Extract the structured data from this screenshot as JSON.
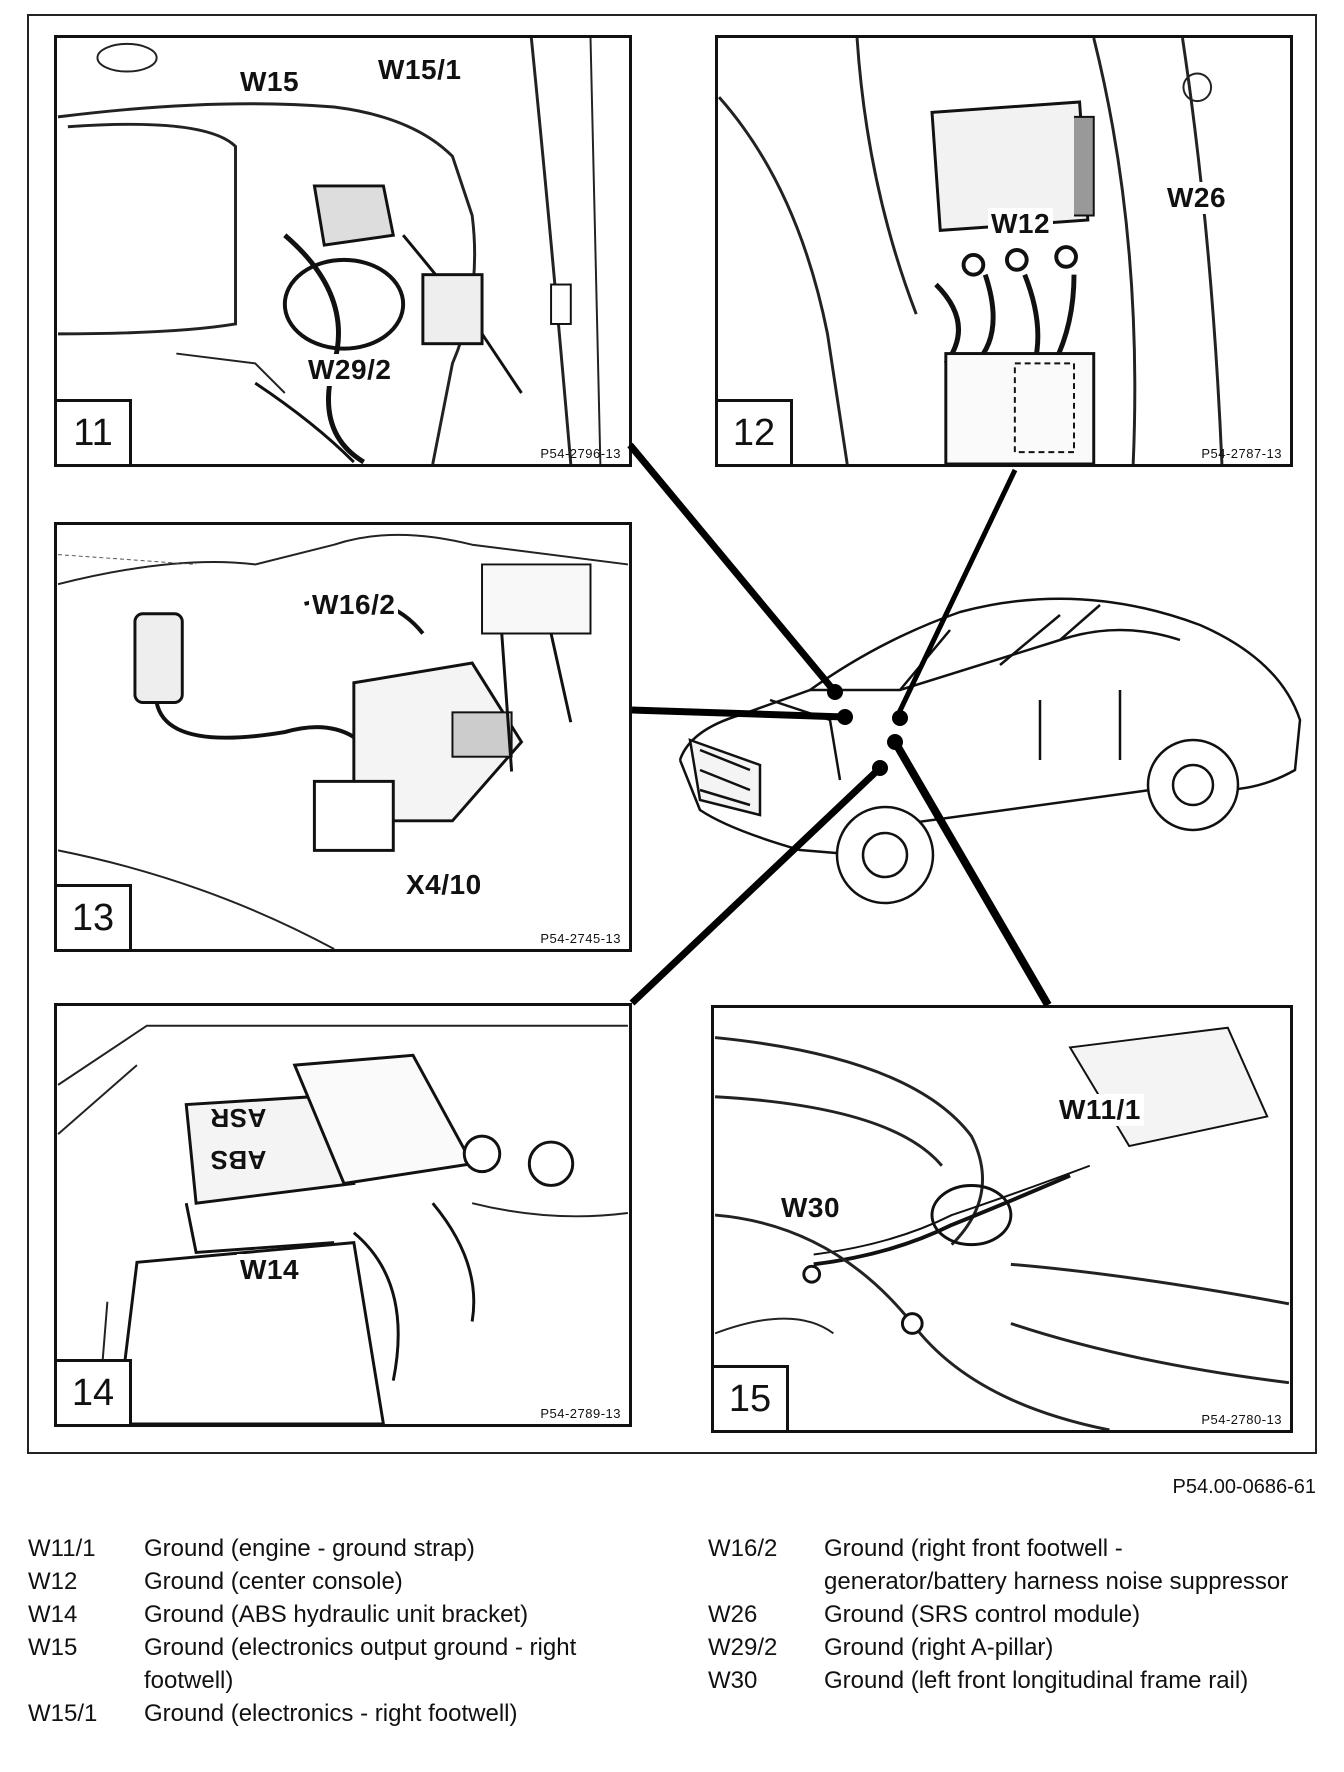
{
  "figure_code": "P54.00-0686-61",
  "panels": [
    {
      "number": "11",
      "code": "P54-2796-13",
      "labels": [
        "W15",
        "W15/1",
        "W29/2"
      ]
    },
    {
      "number": "12",
      "code": "P54-2787-13",
      "labels": [
        "W26",
        "W12"
      ]
    },
    {
      "number": "13",
      "code": "P54-2745-13",
      "labels": [
        "W16/2",
        "X4/10"
      ]
    },
    {
      "number": "14",
      "code": "P54-2789-13",
      "labels": [
        "W14",
        "ASR",
        "ABS"
      ]
    },
    {
      "number": "15",
      "code": "P54-2780-13",
      "labels": [
        "W11/1",
        "W30"
      ]
    }
  ],
  "legend_left": [
    {
      "key": "W11/1",
      "value": "Ground (engine - ground strap)"
    },
    {
      "key": "W12",
      "value": "Ground (center console)"
    },
    {
      "key": "W14",
      "value": "Ground (ABS hydraulic unit bracket)"
    },
    {
      "key": "W15",
      "value": "Ground (electronics output ground - right footwell)"
    },
    {
      "key": "W15/1",
      "value": "Ground (electronics - right footwell)"
    }
  ],
  "legend_right": [
    {
      "key": "W16/2",
      "value": "Ground (right front footwell - generator/battery harness noise suppressor"
    },
    {
      "key": "W26",
      "value": "Ground (SRS control module)"
    },
    {
      "key": "W29/2",
      "value": "Ground (right A-pillar)"
    },
    {
      "key": "W30",
      "value": "Ground (left front longitudinal frame rail)"
    }
  ]
}
